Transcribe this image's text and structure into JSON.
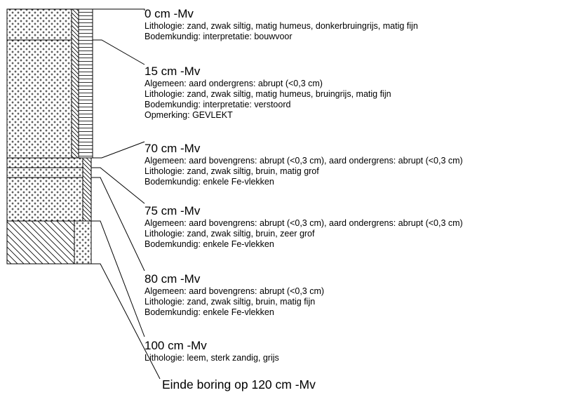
{
  "layers": [
    {
      "depth": "0 cm -Mv",
      "lines": [
        "Lithologie: zand, zwak siltig, matig humeus, donkerbruingrijs, matig fijn",
        "Bodemkundig: interpretatie: bouwvoor"
      ]
    },
    {
      "depth": "15 cm -Mv",
      "lines": [
        "Algemeen: aard ondergrens: abrupt (<0,3 cm)",
        "Lithologie: zand, zwak siltig, matig humeus, bruingrijs, matig fijn",
        "Bodemkundig: interpretatie: verstoord",
        "Opmerking: GEVLEKT"
      ]
    },
    {
      "depth": "70 cm -Mv",
      "lines": [
        "Algemeen: aard bovengrens: abrupt (<0,3 cm), aard ondergrens: abrupt (<0,3 cm)",
        "Lithologie: zand, zwak siltig, bruin, matig grof",
        "Bodemkundig: enkele Fe-vlekken"
      ]
    },
    {
      "depth": "75 cm -Mv",
      "lines": [
        "Algemeen: aard bovengrens: abrupt (<0,3 cm), aard ondergrens: abrupt (<0,3 cm)",
        "Lithologie: zand, zwak siltig, bruin, zeer grof",
        "Bodemkundig: enkele Fe-vlekken"
      ]
    },
    {
      "depth": "80 cm -Mv",
      "lines": [
        "Algemeen: aard bovengrens: abrupt (<0,3 cm)",
        "Lithologie: zand, zwak siltig, bruin, matig fijn",
        "Bodemkundig: enkele Fe-vlekken"
      ]
    },
    {
      "depth": "100 cm -Mv",
      "lines": [
        "Lithologie: leem, sterk zandig, grijs"
      ]
    }
  ],
  "end_label": "Einde boring op 120 cm -Mv"
}
